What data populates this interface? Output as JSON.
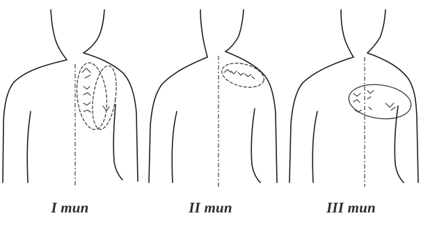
{
  "figure": {
    "panels": [
      {
        "caption": "I mun"
      },
      {
        "caption": "II mun"
      },
      {
        "caption": "III mun"
      }
    ]
  }
}
